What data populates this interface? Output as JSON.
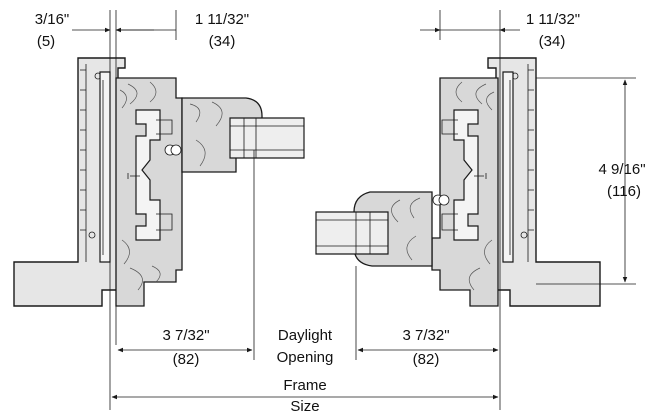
{
  "dimensions": {
    "top_left_small": {
      "fraction": "3/16\"",
      "metric": "(5)"
    },
    "top_left_sash": {
      "fraction": "1 11/32\"",
      "metric": "(34)"
    },
    "top_right_sash": {
      "fraction": "1 11/32\"",
      "metric": "(34)"
    },
    "right_height": {
      "fraction": "4 9/16\"",
      "metric": "(116)"
    },
    "bottom_left": {
      "fraction": "3 7/32\"",
      "metric": "(82)"
    },
    "bottom_right": {
      "fraction": "3 7/32\"",
      "metric": "(82)"
    },
    "daylight": {
      "line1": "Daylight",
      "line2": "Opening"
    },
    "frame_size": {
      "line1": "Frame",
      "line2": "Size"
    }
  },
  "colors": {
    "line": "#1a1a1a",
    "wood": "#d8d8d8",
    "frame": "#e6e6e6",
    "background": "#ffffff"
  }
}
